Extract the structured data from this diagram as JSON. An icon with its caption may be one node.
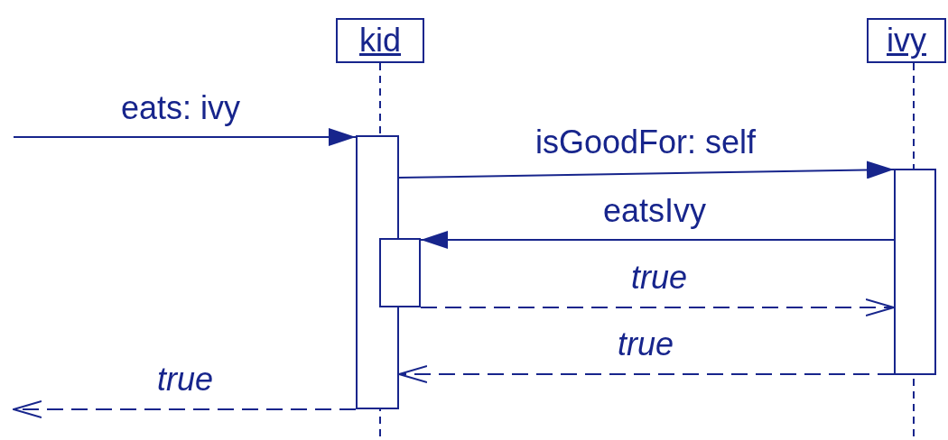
{
  "diagram": {
    "nodes": [
      {
        "text": [
          "kid"
        ]
      },
      {
        "text": [
          "ivy"
        ]
      },
      {
        "text": [],
        "shape": "bar"
      },
      {
        "text": [],
        "shape": "bar"
      },
      {
        "text": [],
        "shape": "bar"
      }
    ],
    "edges": [
      {
        "from": null,
        "to": 2,
        "arrow": "to",
        "label": "eats: ivy"
      },
      {
        "from": 2,
        "to": 4,
        "arrow": "to",
        "label": "isGoodFor: self"
      },
      {
        "from": 4,
        "to": 3,
        "arrow": "to",
        "label": "eatsIvy"
      },
      {
        "from": 3,
        "to": 4,
        "arrow": "to",
        "label": "true",
        "style": "dashed"
      },
      {
        "from": 4,
        "to": 2,
        "arrow": "to",
        "label": "true",
        "style": "dashed"
      },
      {
        "from": 2,
        "to": null,
        "arrow": "to",
        "label": "true",
        "style": "dashed"
      }
    ]
  }
}
